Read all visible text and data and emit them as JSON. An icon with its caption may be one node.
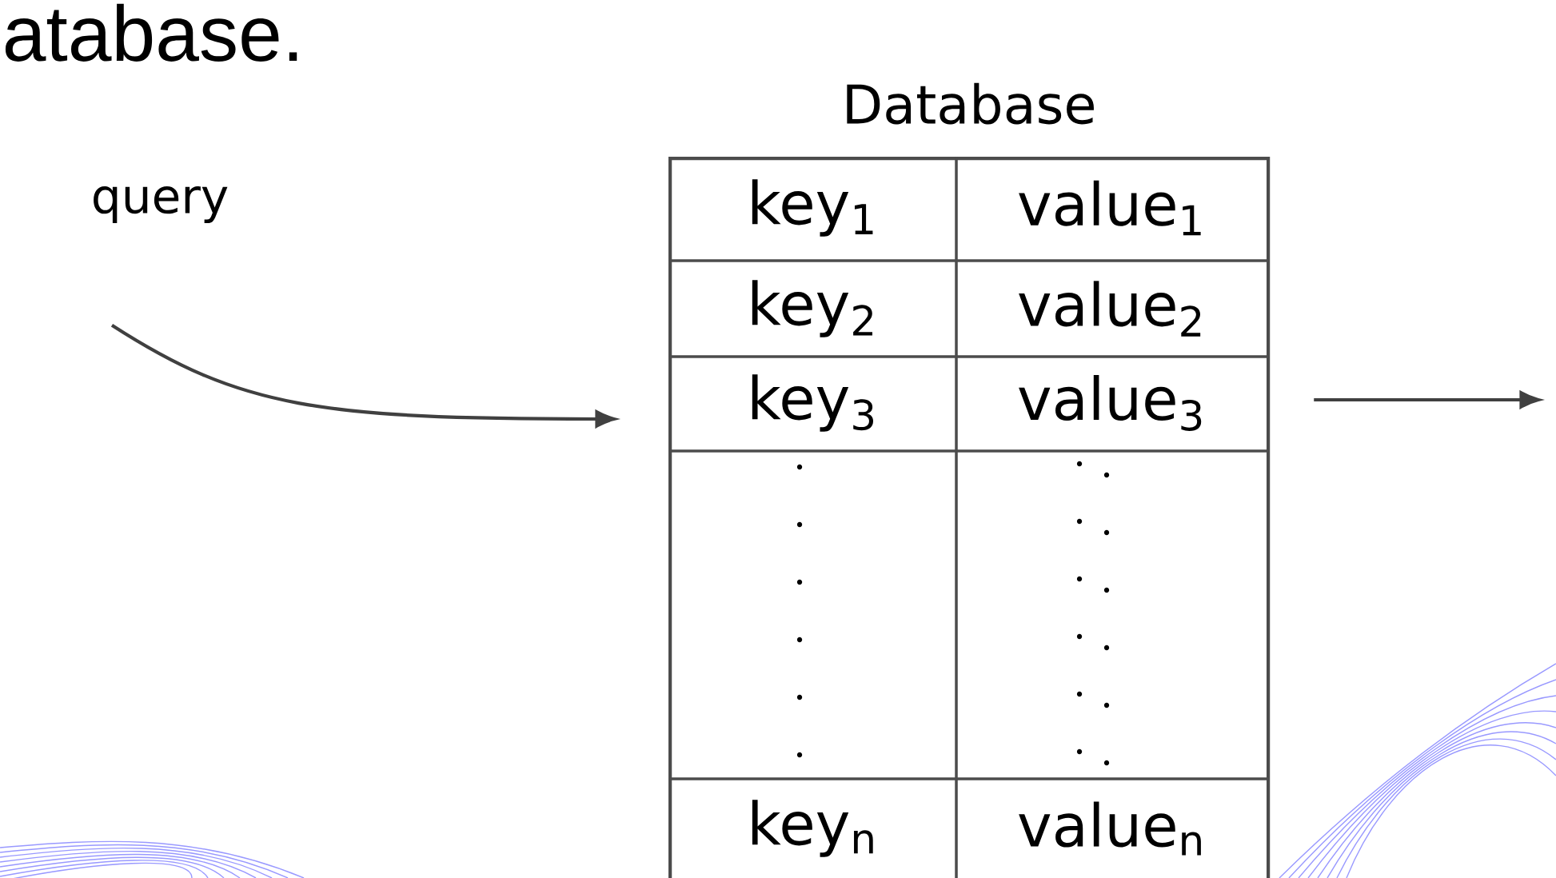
{
  "diagram": {
    "nodes": [
      {
        "text": [
          "query"
        ]
      },
      {
        "text": [
          "Database"
        ]
      }
    ],
    "edges": [
      {
        "from": 0,
        "to": 1,
        "arrow": "to"
      },
      {
        "from": 1,
        "to": null,
        "arrow": "to"
      }
    ],
    "labels": [
      "atabase.",
      "key$_{1}$",
      "value$_{1}$",
      "key$_{2}$",
      "value$_{2}$",
      "key$_{3}$",
      "value$_{3}$",
      "key$_{n}$",
      "value$_{n}$"
    ]
  }
}
